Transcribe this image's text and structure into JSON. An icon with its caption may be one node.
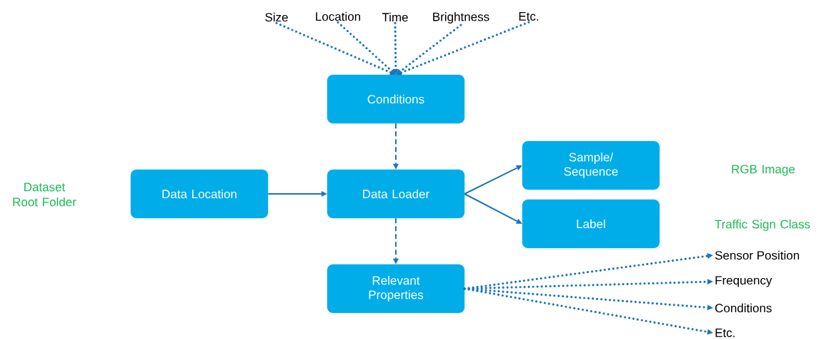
{
  "diagram": {
    "nodes": [
      {
        "text": [
          "Size"
        ]
      },
      {
        "text": [
          "Location"
        ]
      },
      {
        "text": [
          "Time"
        ]
      },
      {
        "text": [
          "Brightness"
        ]
      },
      {
        "text": [
          "Etc."
        ]
      },
      {
        "text": [
          "Conditions"
        ]
      },
      {
        "text": [
          "Data Location"
        ]
      },
      {
        "text": [
          "Data Loader"
        ]
      },
      {
        "text": [
          "Sample/ Sequence"
        ]
      },
      {
        "text": [
          "Label"
        ]
      },
      {
        "text": [
          "Relevant Properties"
        ]
      },
      {
        "text": [
          "Sensor Position"
        ]
      },
      {
        "text": [
          "Frequency"
        ]
      },
      {
        "text": [
          "Conditions"
        ]
      },
      {
        "text": [
          "Etc."
        ]
      }
    ],
    "edges": [
      {
        "from": 0,
        "to": 5,
        "arrow": "to",
        "style": "dashed"
      },
      {
        "from": 1,
        "to": 5,
        "arrow": "to",
        "style": "dashed"
      },
      {
        "from": 2,
        "to": 5,
        "arrow": "to",
        "style": "dashed"
      },
      {
        "from": 3,
        "to": 5,
        "arrow": "to",
        "style": "dashed"
      },
      {
        "from": 4,
        "to": 5,
        "arrow": "to",
        "style": "dashed"
      },
      {
        "from": 5,
        "to": 7,
        "arrow": "to",
        "style": "dashed"
      },
      {
        "from": 6,
        "to": 7,
        "arrow": "to"
      },
      {
        "from": 7,
        "to": 8,
        "arrow": "to"
      },
      {
        "from": 7,
        "to": 9,
        "arrow": "to"
      },
      {
        "from": 7,
        "to": 10,
        "arrow": "to",
        "style": "dashed"
      },
      {
        "from": 10,
        "to": 11,
        "arrow": "to",
        "style": "dashed"
      },
      {
        "from": 10,
        "to": 12,
        "arrow": "to",
        "style": "dashed"
      },
      {
        "from": 10,
        "to": 13,
        "arrow": "to",
        "style": "dashed"
      },
      {
        "from": 10,
        "to": 14,
        "arrow": "to",
        "style": "dashed"
      }
    ],
    "labels": [
      "Dataset Root Folder",
      "RGB Image",
      "Traffic Sign Class"
    ]
  }
}
